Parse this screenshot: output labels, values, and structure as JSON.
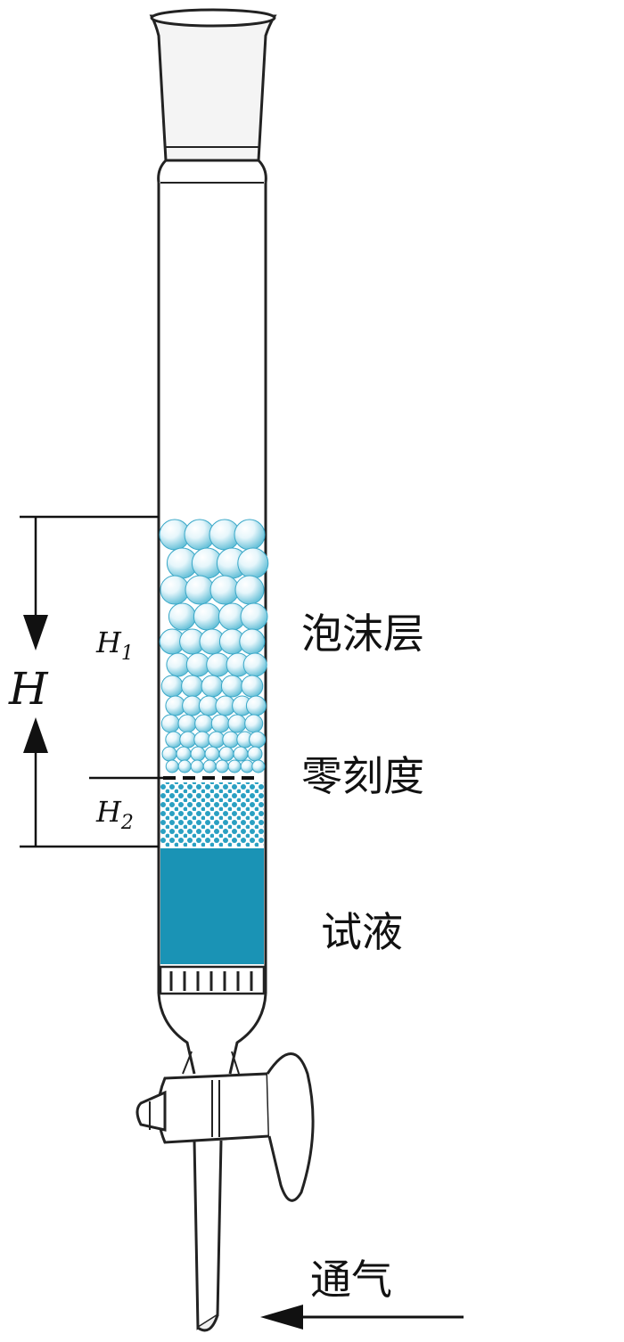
{
  "labels": {
    "foam_layer": "泡沫层",
    "zero_mark": "零刻度",
    "test_liquid": "试液",
    "gas_inlet": "通气"
  },
  "heights": {
    "H": "H",
    "H1_main": "H",
    "H1_sub": "1",
    "H2_main": "H",
    "H2_sub": "2"
  },
  "colors": {
    "liquid": "#1a93b5",
    "foam": "#2aa0c2",
    "glass_line": "#222222"
  }
}
